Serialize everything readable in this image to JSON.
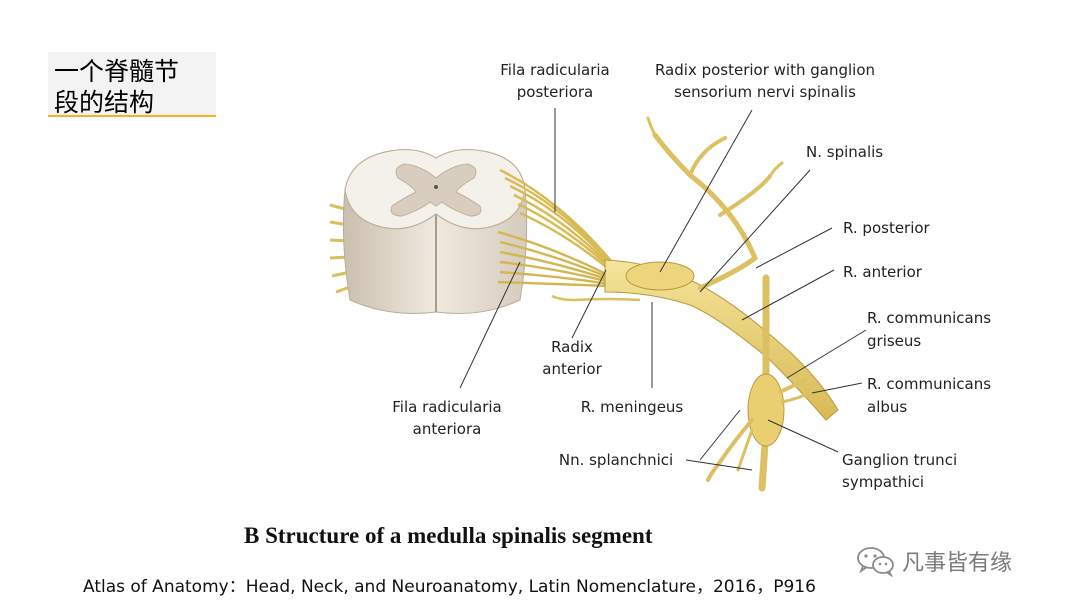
{
  "slide": {
    "title_lines": [
      "一个脊髓节",
      "段的结构"
    ]
  },
  "diagram": {
    "labels": {
      "fila_posteriora_1": "Fila radicularia",
      "fila_posteriora_2": "posteriora",
      "radix_posterior_1": "Radix posterior with ganglion",
      "radix_posterior_2": "sensorium nervi spinalis",
      "n_spinalis": "N. spinalis",
      "r_posterior": "R. posterior",
      "r_anterior": "R. anterior",
      "r_comm_griseus_1": "R. communicans",
      "r_comm_griseus_2": "griseus",
      "r_comm_albus_1": "R. communicans",
      "r_comm_albus_2": "albus",
      "radix_anterior_1": "Radix",
      "radix_anterior_2": "anterior",
      "fila_anteriora_1": "Fila radicularia",
      "fila_anteriora_2": "anteriora",
      "r_meningeus": "R. meningeus",
      "nn_splanchnici": "Nn. splanchnici",
      "ganglion_trunci_1": "Ganglion trunci",
      "ganglion_trunci_2": "sympathici"
    },
    "colors": {
      "nerve": "#e8cf72",
      "nerve_dark": "#b99a3c",
      "cord_white": "#f1ece4",
      "cord_gray": "#d8cdbf",
      "cord_shadow": "#c9bda9",
      "leader": "#333333"
    }
  },
  "figure_caption": "B Structure of a medulla spinalis segment",
  "citation": "Atlas of Anatomy：Head, Neck, and Neuroanatomy, Latin Nomenclature，2016，P916",
  "watermark": {
    "icon": "wechat-icon",
    "text": "凡事皆有缘"
  }
}
